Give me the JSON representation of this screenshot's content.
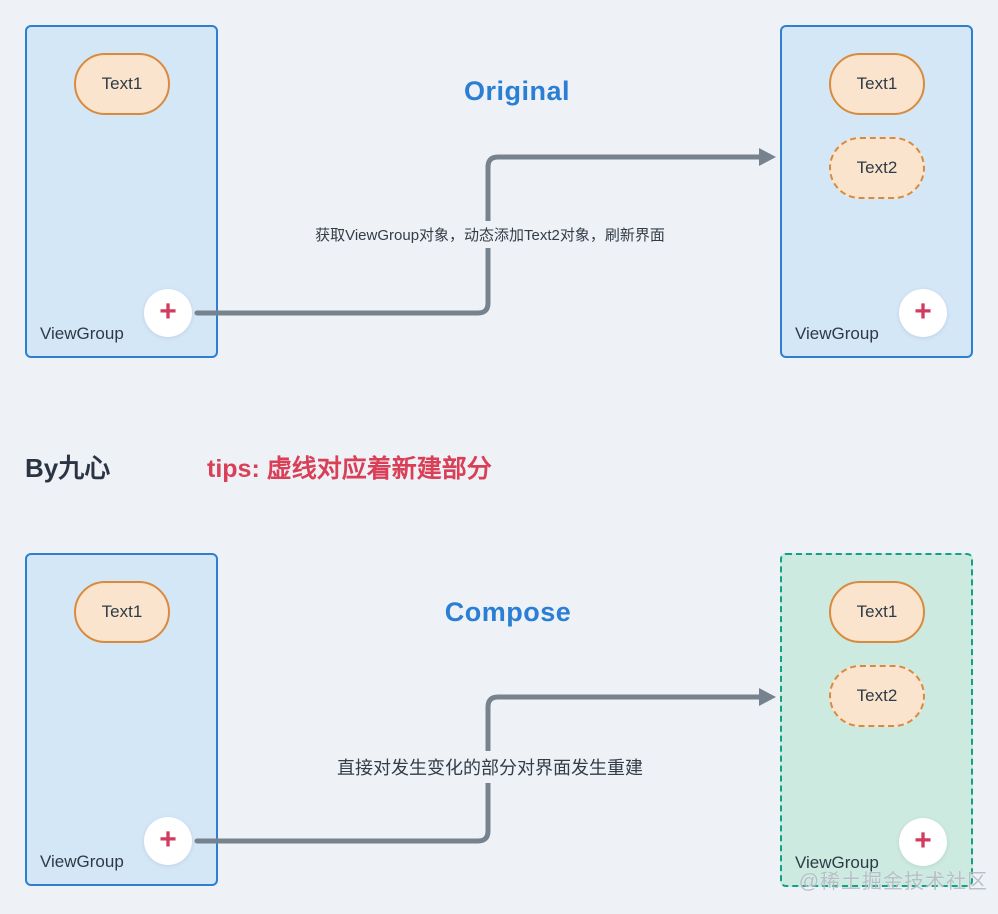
{
  "colors": {
    "page_bg": "#eef1f6",
    "box_blue_fill": "#d4e7f7",
    "box_blue_border": "#2e7fd0",
    "box_green_fill": "#cdeae1",
    "box_green_border": "#10a285",
    "node_fill": "#fbe4cd",
    "node_border": "#d98a3f",
    "arrow_gray": "#76828e",
    "title_blue": "#2a7fd4",
    "tips_red": "#d93f57",
    "plus_red": "#d23a5f",
    "text_dark": "#2e3b47"
  },
  "byline": "By九心",
  "tips": "tips: 虚线对应着新建部分",
  "watermark": "@稀土掘金技术社区",
  "icons": {
    "plus": "+"
  },
  "sections": {
    "original": {
      "title": "Original",
      "arrow_label": "获取ViewGroup对象，动态添加Text2对象，刷新界面",
      "before": {
        "container_label": "ViewGroup",
        "node1": "Text1"
      },
      "after": {
        "container_label": "ViewGroup",
        "node1": "Text1",
        "node2": "Text2"
      }
    },
    "compose": {
      "title": "Compose",
      "arrow_label": "直接对发生变化的部分对界面发生重建",
      "before": {
        "container_label": "ViewGroup",
        "node1": "Text1"
      },
      "after": {
        "container_label": "ViewGroup",
        "node1": "Text1",
        "node2": "Text2"
      }
    }
  }
}
